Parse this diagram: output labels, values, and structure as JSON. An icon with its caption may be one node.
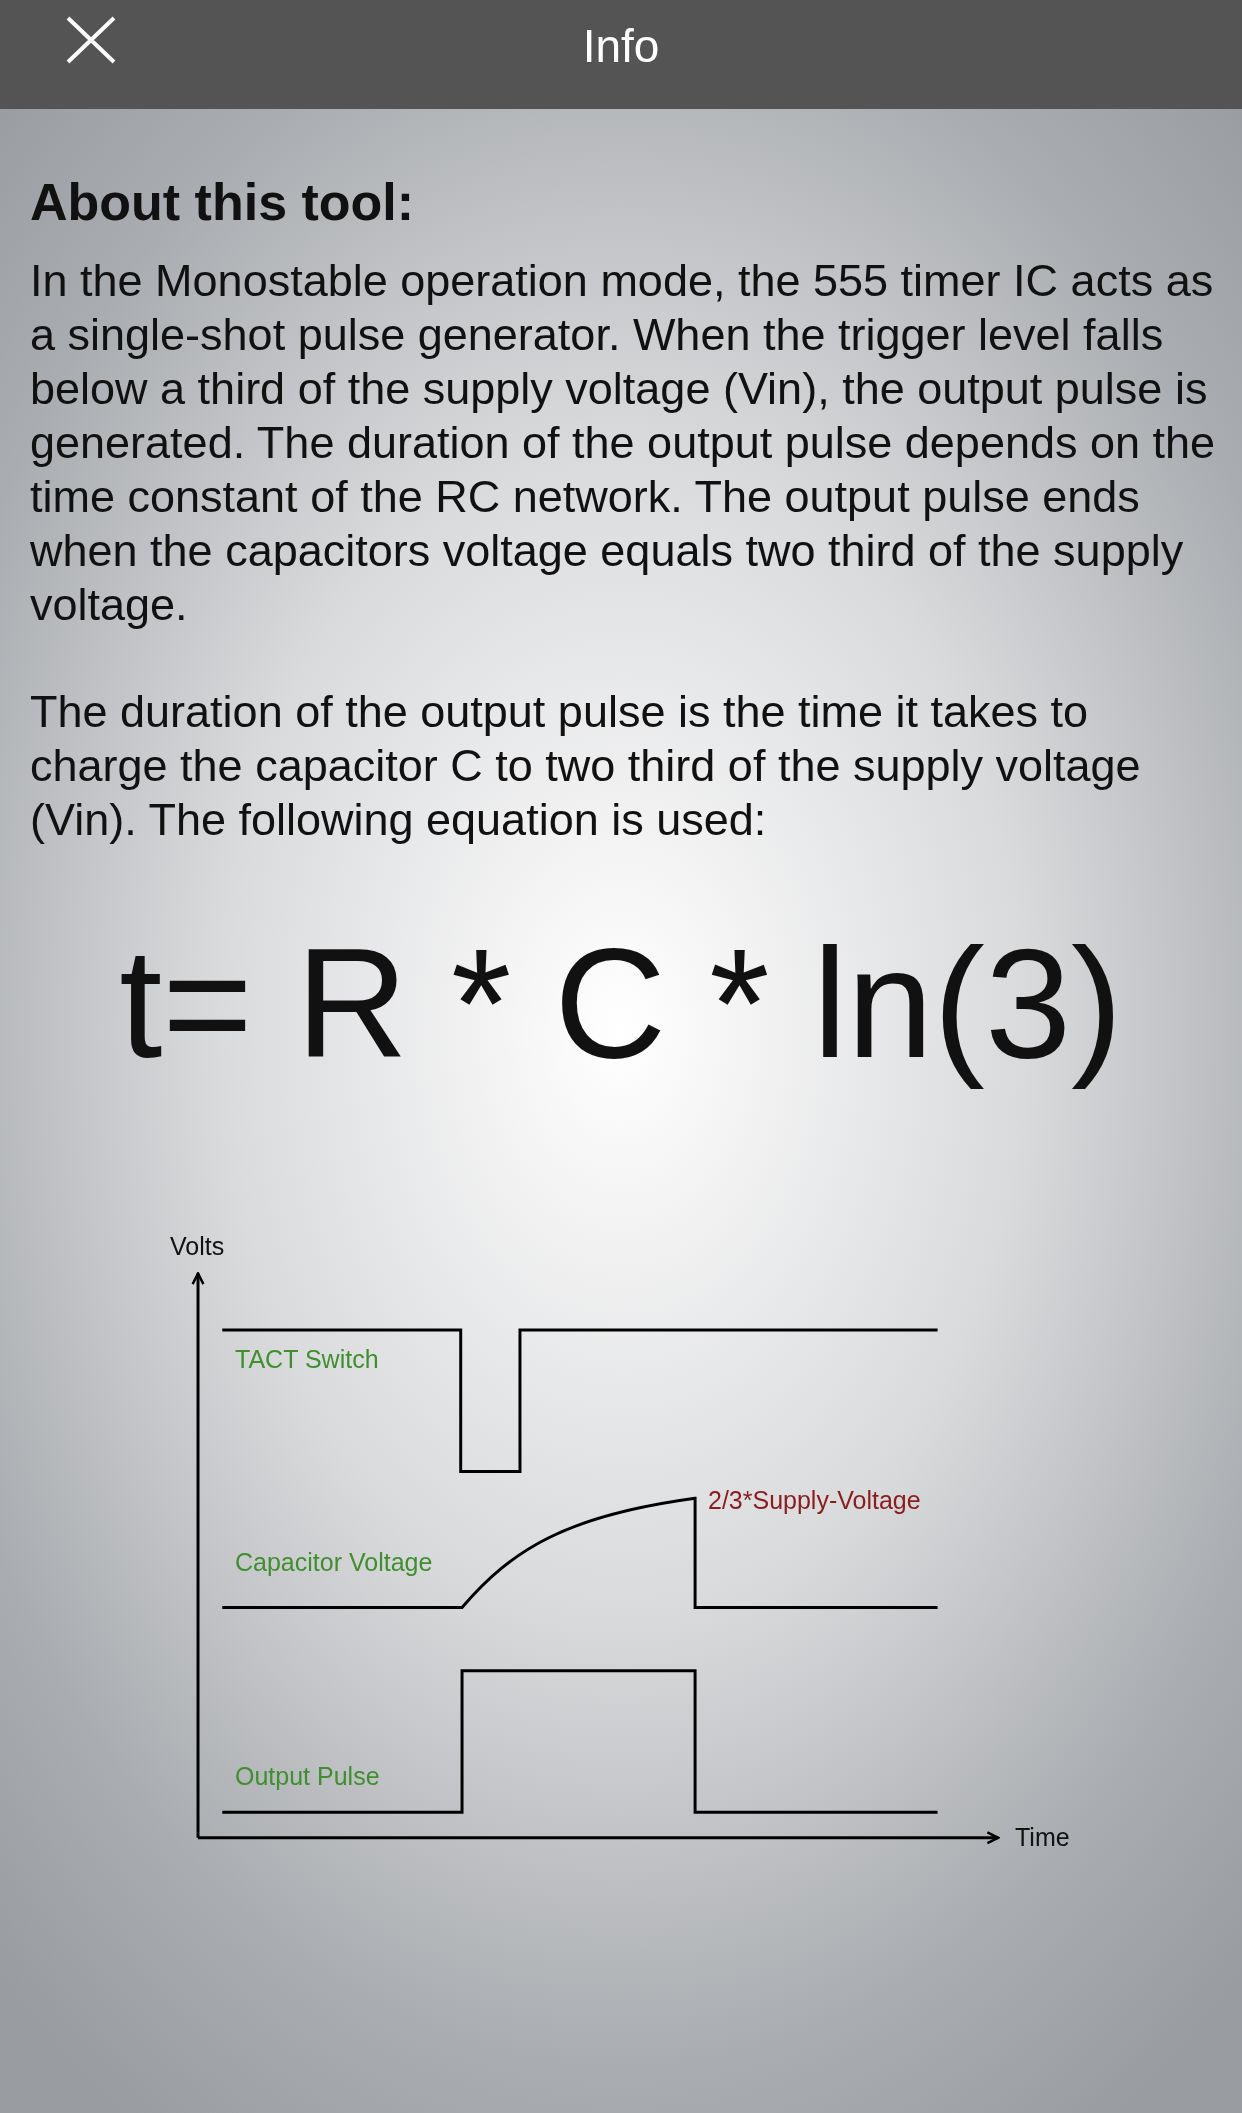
{
  "diagram": {
    "title": "Info",
    "labels": [
      "About this tool:",
      "In the Monostable operation mode, the 555 timer IC acts as a single-shot pulse generator. When the trigger level falls below a third of the supply voltage (Vin), the output pulse is generated. The duration of the output pulse depends on the time constant of the RC network. The output pulse ends when the capacitors voltage equals two third of the supply voltage.",
      "The duration of the output pulse is the time it takes to charge the capacitor C to two third of the supply voltage (Vin). The following equation is used:",
      "t= R * C * ln(3)",
      "Volts",
      "TACT Switch",
      "2/3*Supply-Voltage",
      "Capacitor Voltage",
      "Output Pulse",
      "Time"
    ]
  }
}
